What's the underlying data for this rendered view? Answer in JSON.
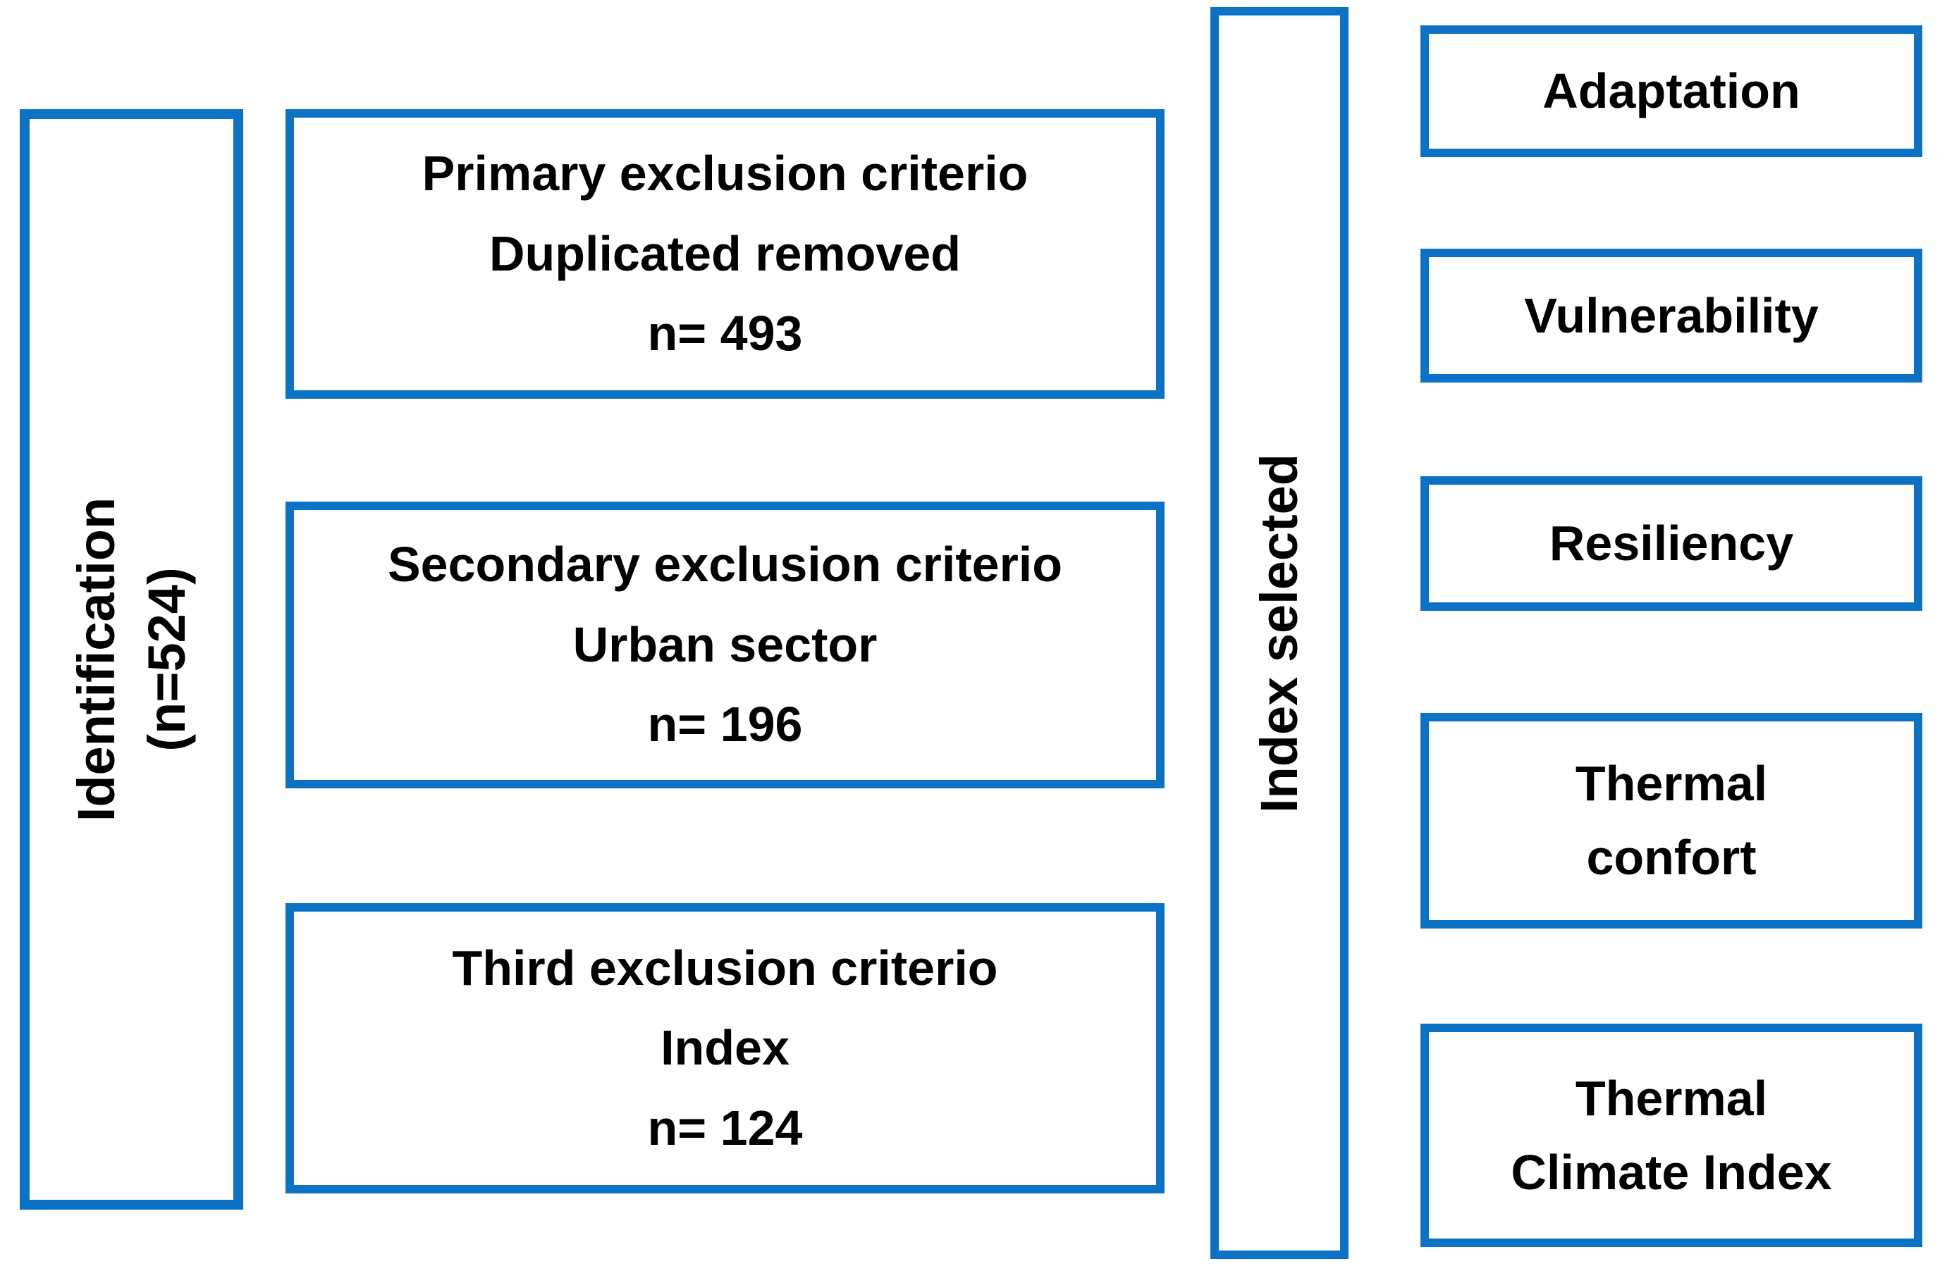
{
  "colors": {
    "border": "#0b72c6",
    "text": "#000000",
    "background": "#ffffff"
  },
  "left_panel": {
    "line1": "Identification",
    "line2": "(n=524)"
  },
  "flow_steps": [
    {
      "line1": "Primary exclusion criterio",
      "line2": "Duplicated removed",
      "count": "n= 493"
    },
    {
      "line1": "Secondary exclusion criterio",
      "line2": "Urban sector",
      "count": "n= 196"
    },
    {
      "line1": "Third exclusion criterio",
      "line2": "Index",
      "count": "n= 124"
    }
  ],
  "index_selected_panel": {
    "label": "Index selected"
  },
  "index_boxes": [
    {
      "lines": [
        "Adaptation"
      ]
    },
    {
      "lines": [
        "Vulnerability"
      ]
    },
    {
      "lines": [
        "Resiliency"
      ]
    },
    {
      "lines": [
        "Thermal",
        "confort"
      ]
    },
    {
      "lines": [
        "Thermal",
        "Climate Index"
      ]
    }
  ]
}
